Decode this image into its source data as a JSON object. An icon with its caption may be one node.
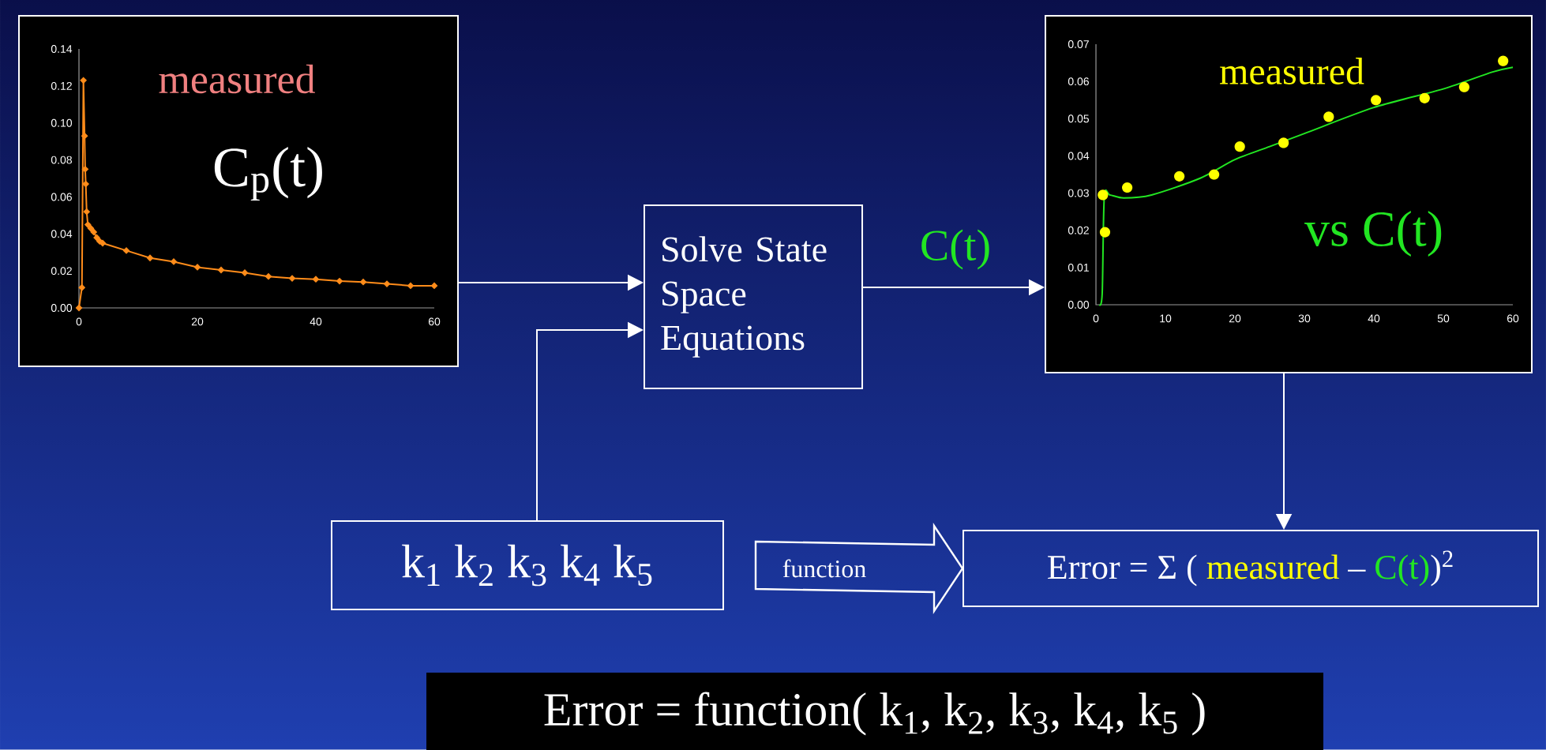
{
  "diagram": {
    "nodes": [
      {
        "text": [
          "measured",
          "C$_{p}$(t)"
        ]
      },
      {
        "text": [
          "Solve State Space Equations"
        ]
      },
      {
        "text": [
          "measured",
          "vs  C(t)"
        ]
      },
      {
        "text": [
          "k$_{1}$  k$_{2}$  k$_{3}$  k$_{4}$  k$_{5}$"
        ]
      },
      {
        "text": [
          "Error = Σ (",
          "measured",
          "–",
          "C(t)",
          ")$^{2}$"
        ]
      },
      {
        "text": [
          "Error = function( k$_{1}$, k$_{2}$, k$_{3}$, k$_{4}$, k$_{5}$ )"
        ]
      }
    ],
    "edges": [
      {
        "from": 0,
        "to": 1,
        "arrow": "to"
      },
      {
        "from": 3,
        "to": 1,
        "arrow": "to"
      },
      {
        "from": 1,
        "to": 2,
        "arrow": "to",
        "label": "C(t)"
      },
      {
        "from": 2,
        "to": 4,
        "arrow": "to"
      },
      {
        "from": 3,
        "to": 4,
        "arrow": "to",
        "label": "function",
        "style": "thick"
      }
    ],
    "labels": [
      "0.00",
      "0.02",
      "0.04",
      "0.06",
      "0.08",
      "0.10",
      "0.12",
      "0.14",
      "0",
      "20",
      "40",
      "60",
      "0.00",
      "0.01",
      "0.02",
      "0.03",
      "0.04",
      "0.05",
      "0.06",
      "0.07",
      "0",
      "10",
      "20",
      "30",
      "40",
      "50",
      "60"
    ]
  }
}
